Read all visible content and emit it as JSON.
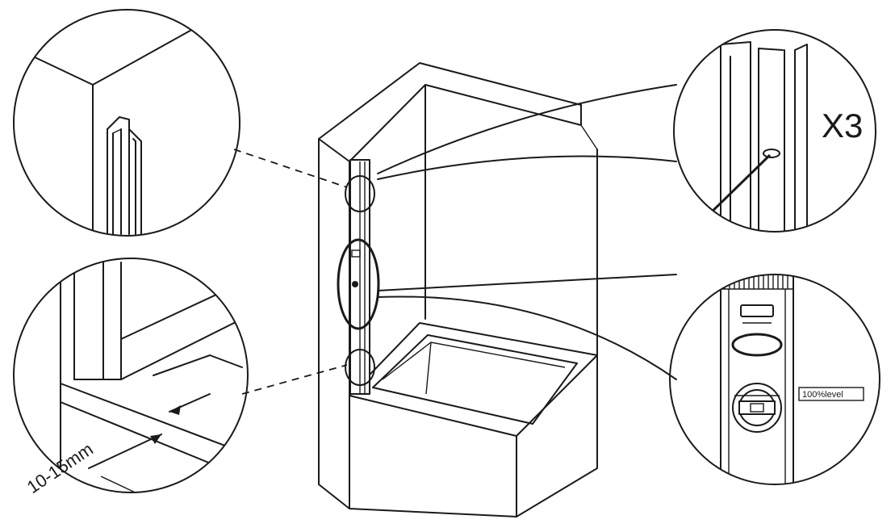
{
  "figure": {
    "callout_quantity": "X3",
    "gap_dimension": "10-15mm",
    "level_indicator": "100%level"
  }
}
